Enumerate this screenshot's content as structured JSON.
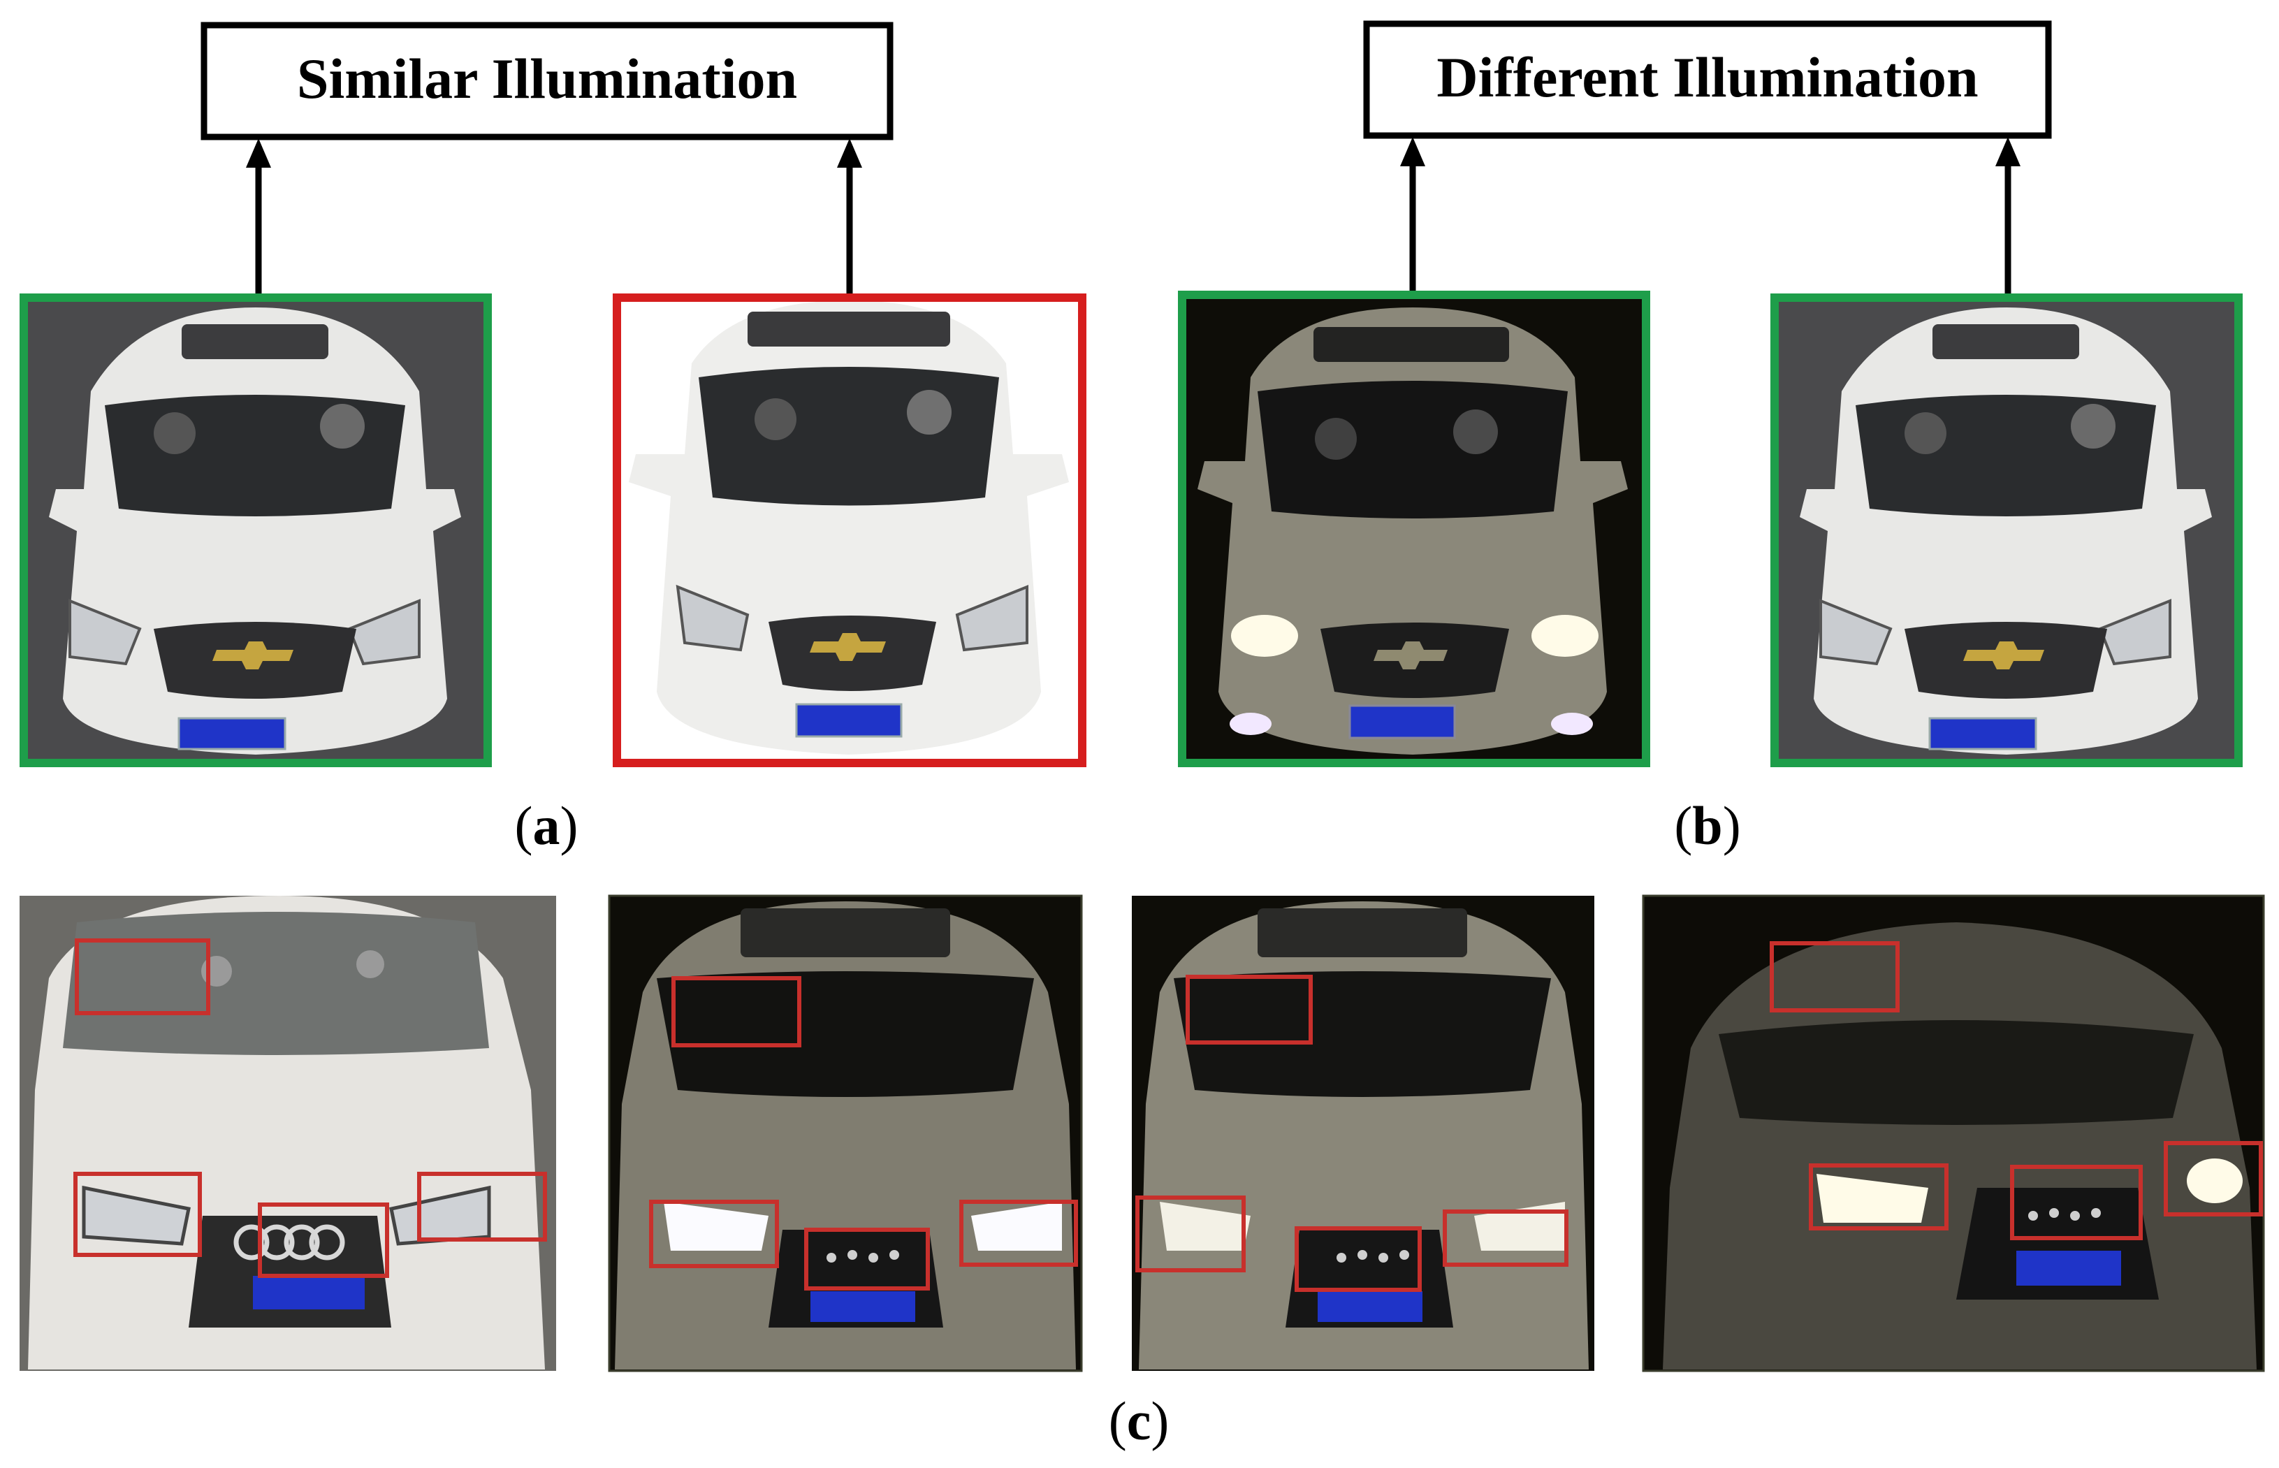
{
  "labels": {
    "similar": "Similar Illumination",
    "different": "Different Illumination",
    "panel_a": "(a)",
    "panel_b": "(b)",
    "panel_c": "(c)"
  },
  "colors": {
    "match": "#1e9e4a",
    "mismatch": "#d61e1e",
    "highlight": "#c8302c",
    "plate": "#1f34c8",
    "arrow": "#000000",
    "day_road": "#4a4a4c",
    "night_bg": "#0e0d08"
  },
  "panel_a": {
    "images": [
      {
        "lighting": "day",
        "brand": "chevrolet",
        "frame": "match"
      },
      {
        "lighting": "day",
        "brand": "chevrolet",
        "frame": "mismatch"
      }
    ]
  },
  "panel_b": {
    "images": [
      {
        "lighting": "night",
        "brand": "chevrolet",
        "frame": "match"
      },
      {
        "lighting": "day",
        "brand": "chevrolet",
        "frame": "match"
      }
    ]
  },
  "panel_c": {
    "images": [
      {
        "lighting": "day",
        "brand": "audi"
      },
      {
        "lighting": "night",
        "brand": "audi"
      },
      {
        "lighting": "night",
        "brand": "audi"
      },
      {
        "lighting": "night",
        "brand": "audi"
      }
    ]
  }
}
